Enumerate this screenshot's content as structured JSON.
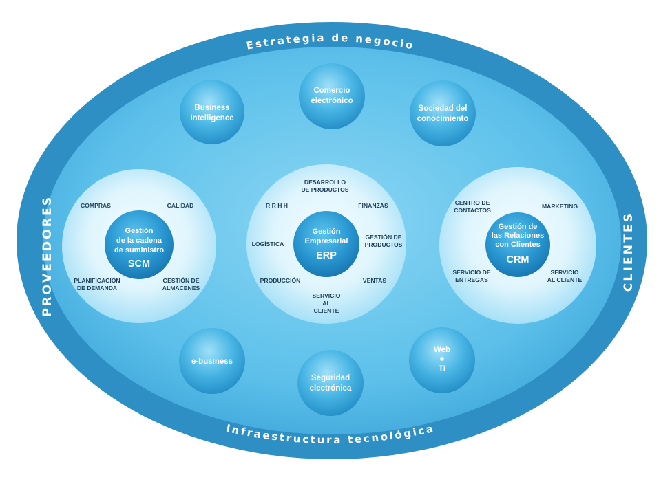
{
  "outer": {
    "top": "Estrategia de negocio",
    "bottom": "Infraestructura tecnológica",
    "left": "PROVEEDORES",
    "right": "CLIENTES"
  },
  "bubbles": {
    "bi": [
      "Business",
      "Intelligence"
    ],
    "ecommerce": [
      "Comercio",
      "electrónico"
    ],
    "knowledge": [
      "Sociedad del",
      "conocimiento"
    ],
    "ebusiness": [
      "e-business"
    ],
    "security": [
      "Seguridad",
      "electrónica"
    ],
    "webti": [
      "Web",
      "+",
      "TI"
    ]
  },
  "scm": {
    "core": [
      "Gestión",
      "de la cadena",
      "de suministro"
    ],
    "acronym": "SCM",
    "labels": {
      "compras": [
        "COMPRAS"
      ],
      "calidad": [
        "CALIDAD"
      ],
      "planificacion": [
        "PLANIFICACIÓN",
        "DE DEMANDA"
      ],
      "almacenes": [
        "GESTIÓN DE",
        "ALMACENES"
      ]
    }
  },
  "erp": {
    "core": [
      "Gestión",
      "Empresarial"
    ],
    "acronym": "ERP",
    "labels": {
      "desarrollo": [
        "DESARROLLO",
        "DE PRODUCTOS"
      ],
      "rrhh": [
        "R R H H"
      ],
      "finanzas": [
        "FINANZAS"
      ],
      "logistica": [
        "LOGÍSTICA"
      ],
      "gestion_productos": [
        "GESTIÓN DE",
        "PRODUCTOS"
      ],
      "produccion": [
        "PRODUCCIÓN"
      ],
      "ventas": [
        "VENTAS"
      ],
      "servicio": [
        "SERVICIO",
        "AL",
        "CLIENTE"
      ]
    }
  },
  "crm": {
    "core": [
      "Gestión de",
      "las Relaciones",
      "con Clientes"
    ],
    "acronym": "CRM",
    "labels": {
      "centro": [
        "CENTRO DE",
        "CONTACTOS"
      ],
      "marketing": [
        "MÁRKETING"
      ],
      "servicio_entregas": [
        "SERVICIO DE",
        "ENTREGAS"
      ],
      "servicio_cliente": [
        "SERVICIO",
        "AL CLIENTE"
      ]
    }
  },
  "colors": {
    "outer_ring": "#2d8fc4",
    "inner_field": "#66c6ee",
    "bubble": "#3aa9dc",
    "core": "#1f8fcb",
    "halo": "#cdeefb",
    "label_text": "#1f3f57"
  }
}
